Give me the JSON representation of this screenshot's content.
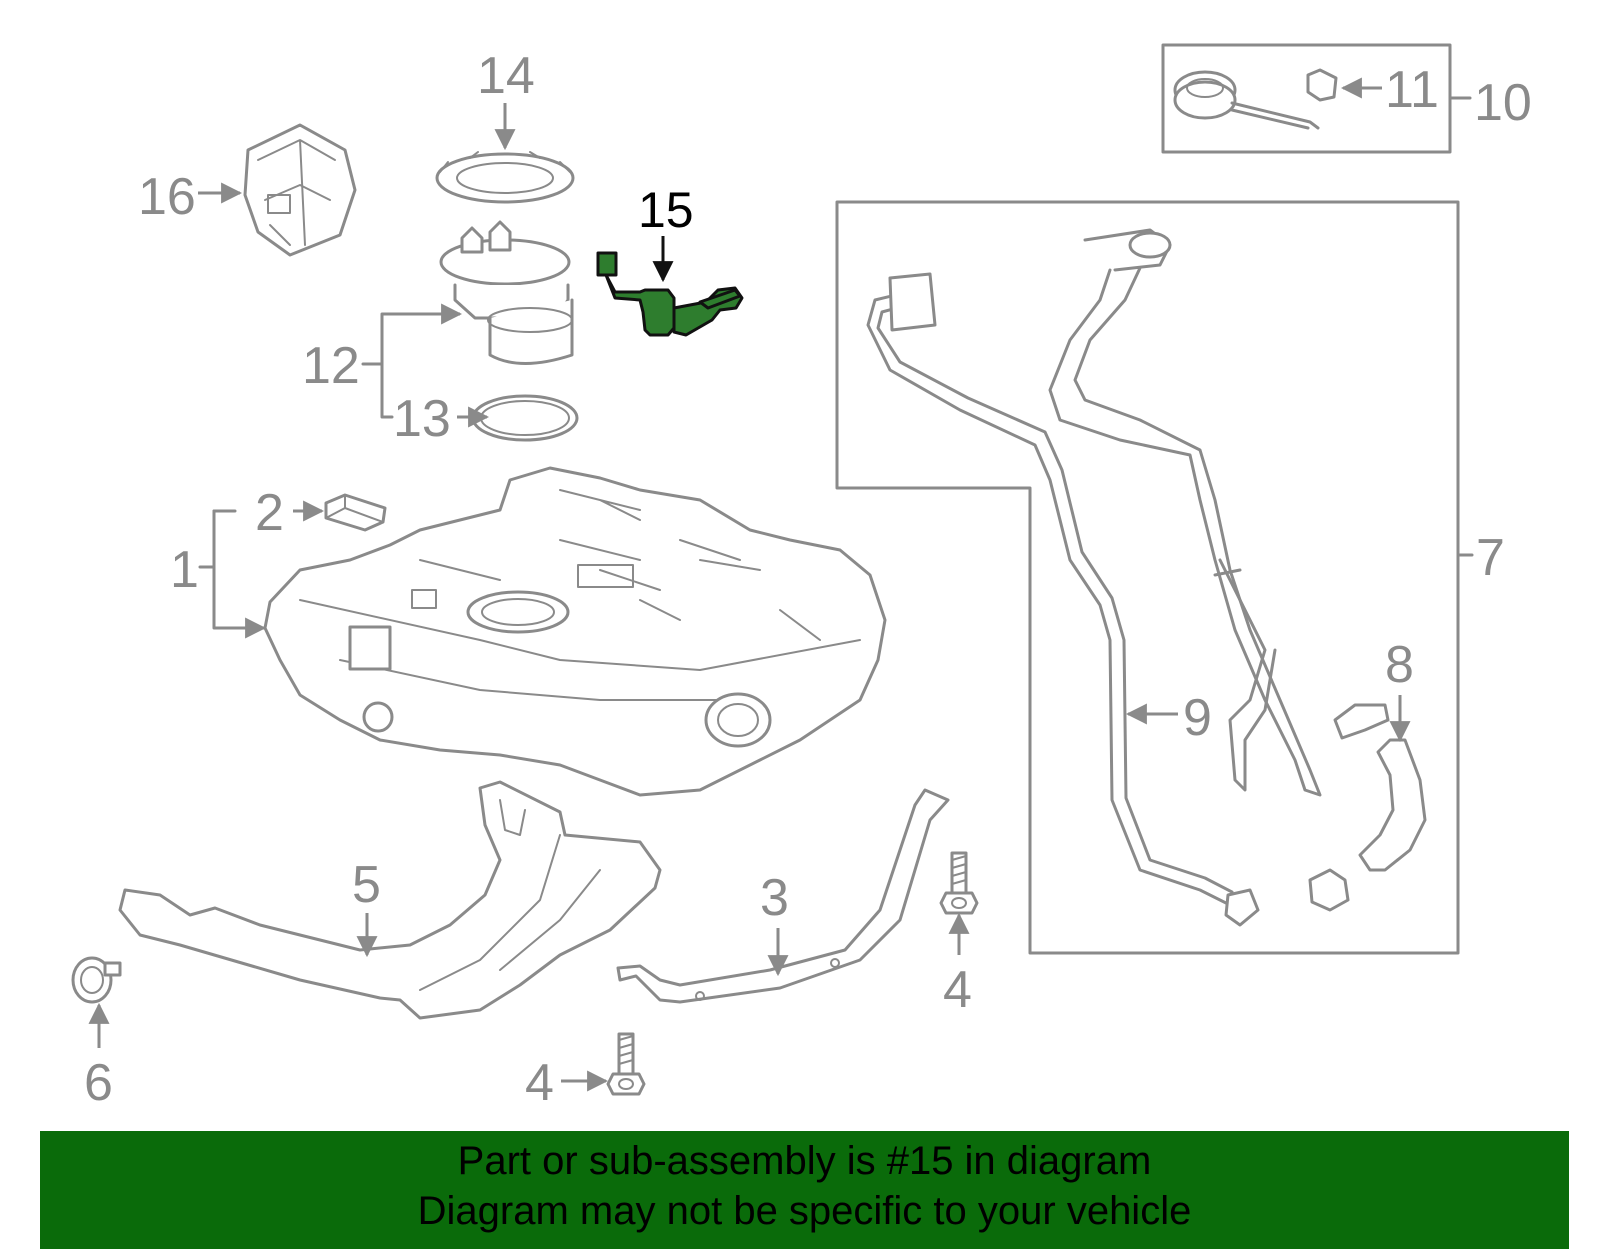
{
  "callouts": {
    "c1": "1",
    "c2": "2",
    "c3": "3",
    "c4a": "4",
    "c4b": "4",
    "c5": "5",
    "c6": "6",
    "c7": "7",
    "c8": "8",
    "c9": "9",
    "c10": "10",
    "c11": "11",
    "c12": "12",
    "c13": "13",
    "c14": "14",
    "c15": "15",
    "c16": "16"
  },
  "highlight": {
    "part": "15",
    "color": "#2e7d2e"
  },
  "banner": {
    "line1": "Part or sub-assembly is #15 in diagram",
    "line2": "Diagram may not be specific to your vehicle",
    "background": "#0a6b0a"
  }
}
